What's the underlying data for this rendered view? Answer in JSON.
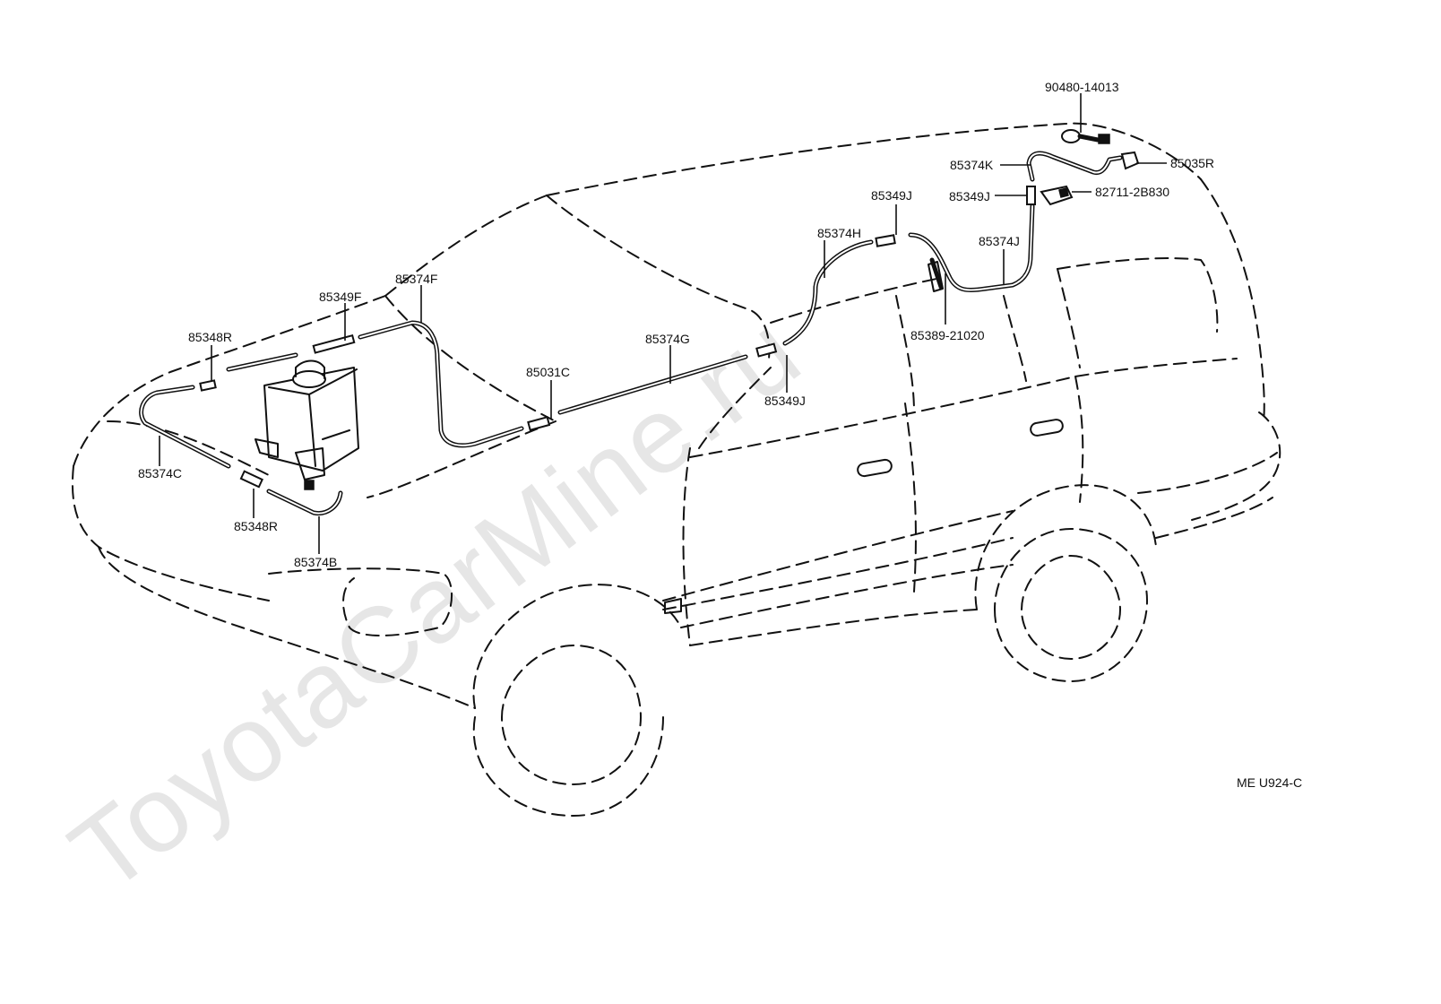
{
  "watermark": "ToyotaCarMine.ru",
  "diagram_code": "ME U924-C",
  "parts": [
    {
      "id": "p-90480-14013",
      "label": "90480-14013"
    },
    {
      "id": "p-85374K",
      "label": "85374K"
    },
    {
      "id": "p-85035R",
      "label": "85035R"
    },
    {
      "id": "p-85349J-a",
      "label": "85349J"
    },
    {
      "id": "p-85349J-b",
      "label": "85349J"
    },
    {
      "id": "p-82711-2B830",
      "label": "82711-2B830"
    },
    {
      "id": "p-85374H",
      "label": "85374H"
    },
    {
      "id": "p-85374J",
      "label": "85374J"
    },
    {
      "id": "p-85389-21020",
      "label": "85389-21020"
    },
    {
      "id": "p-85349F",
      "label": "85349F"
    },
    {
      "id": "p-85374F",
      "label": "85374F"
    },
    {
      "id": "p-85348R-a",
      "label": "85348R"
    },
    {
      "id": "p-85374G",
      "label": "85374G"
    },
    {
      "id": "p-85031C",
      "label": "85031C"
    },
    {
      "id": "p-85349J-c",
      "label": "85349J"
    },
    {
      "id": "p-85374C",
      "label": "85374C"
    },
    {
      "id": "p-85348R-b",
      "label": "85348R"
    },
    {
      "id": "p-85374B",
      "label": "85374B"
    }
  ]
}
